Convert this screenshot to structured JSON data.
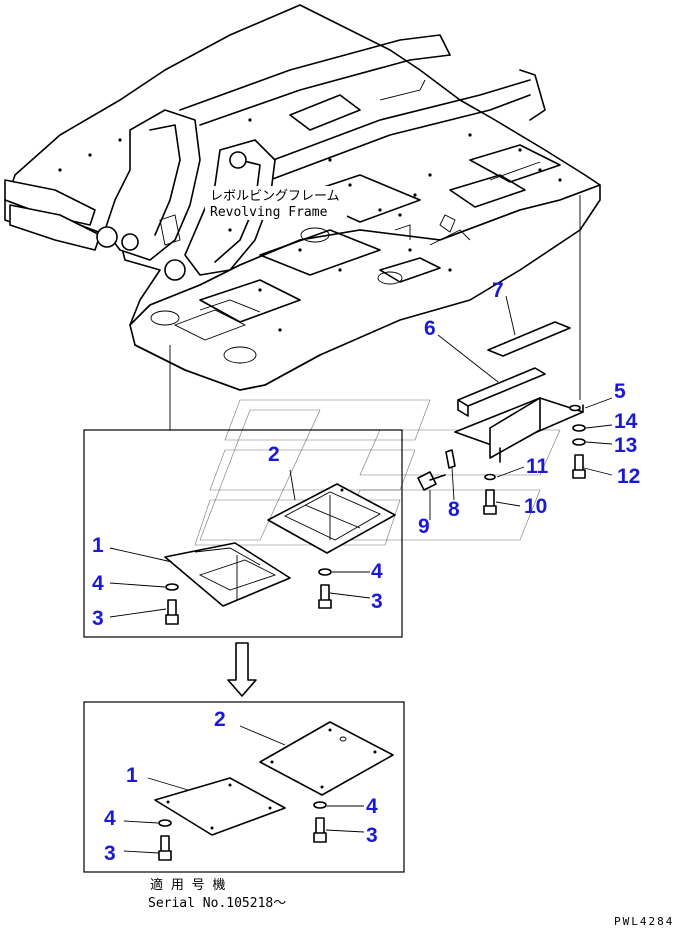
{
  "frame_label": {
    "jp": "レボルビングフレーム",
    "en": "Revolving Frame"
  },
  "serial": {
    "jp": "適 用 号 機",
    "en": "Serial No.105218～"
  },
  "drawing_code": "PWL4284",
  "callouts_top": [
    "7",
    "6",
    "5",
    "14",
    "13",
    "12",
    "11",
    "10",
    "9",
    "8"
  ],
  "callouts_box1": [
    "2",
    "1",
    "4",
    "3",
    "4",
    "3"
  ],
  "callouts_box2": [
    "2",
    "1",
    "4",
    "3",
    "4",
    "3"
  ],
  "colors": {
    "callout": "#1a1ad6",
    "line": "#000000"
  }
}
